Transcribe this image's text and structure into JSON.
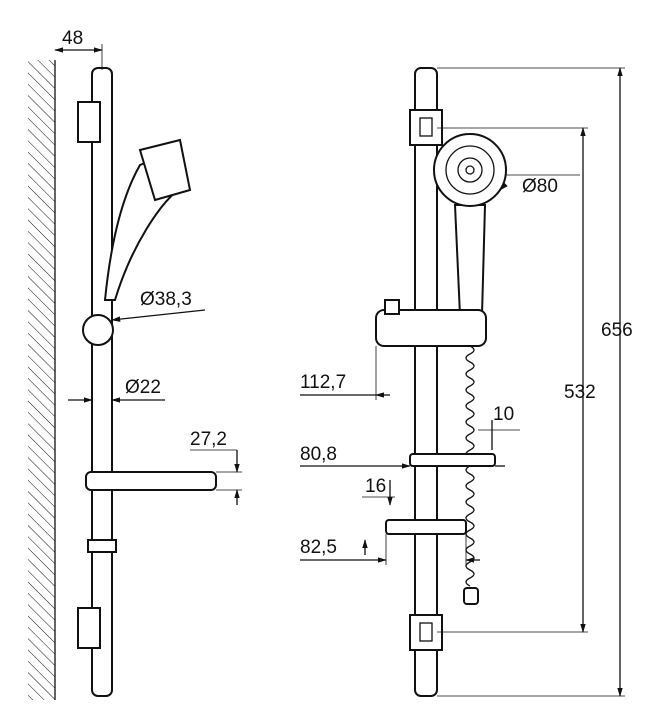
{
  "left_view": {
    "dims": {
      "wall_offset": "48",
      "ball_diameter": "Ø38,3",
      "rail_diameter": "Ø22",
      "dish_height": "27,2"
    }
  },
  "right_view": {
    "dims": {
      "head_diameter": "Ø80",
      "total_height": "656",
      "bracket_spacing": "532",
      "slider_width": "112,7",
      "hose_gap": "10",
      "dish_width": "80,8",
      "dish_offset": "16",
      "holder_width": "82,5"
    }
  }
}
